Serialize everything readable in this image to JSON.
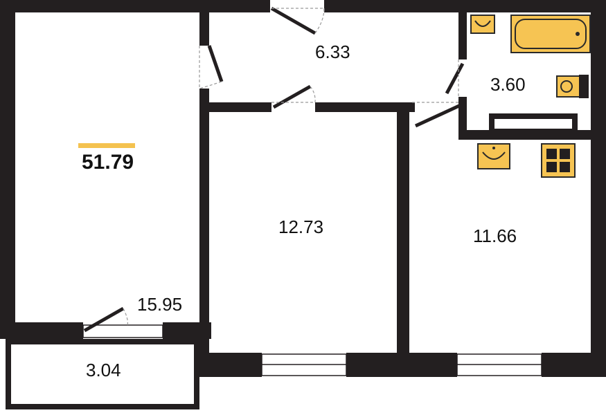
{
  "plan": {
    "total_area": "51.79",
    "rooms": {
      "living": "15.95",
      "hall": "6.33",
      "bathroom": "3.60",
      "bedroom": "12.73",
      "kitchen": "11.66",
      "balcony": "3.04"
    }
  },
  "colors": {
    "wall": "#231f20",
    "accent": "#f4c24f",
    "fixture_fill": "#f6c453",
    "fixture_stroke": "#2a2a2a",
    "dash": "#999999"
  },
  "icons": [
    "bathtub-icon",
    "sink-icon",
    "toilet-icon",
    "stove-icon",
    "door-icon",
    "window-icon"
  ]
}
